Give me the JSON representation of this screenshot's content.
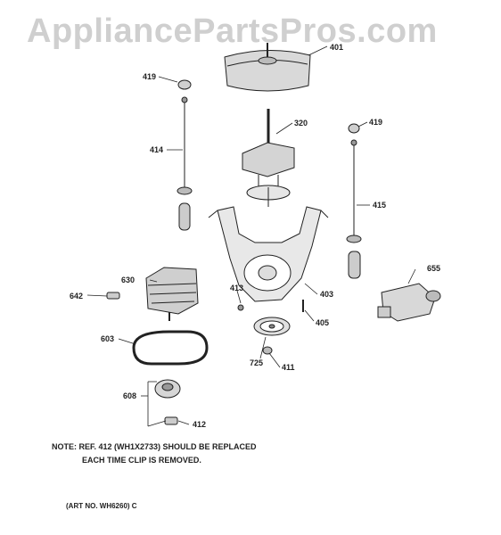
{
  "watermark": "AppliancePartsPros.com",
  "callouts": {
    "p401": "401",
    "p419a": "419",
    "p419b": "419",
    "p320": "320",
    "p414": "414",
    "p415": "415",
    "p630": "630",
    "p642": "642",
    "p413": "413",
    "p403": "403",
    "p655": "655",
    "p405": "405",
    "p603": "603",
    "p725": "725",
    "p411": "411",
    "p608": "608",
    "p412": "412"
  },
  "note": {
    "line1": "NOTE: REF. 412 (WH1X2733) SHOULD BE REPLACED",
    "line2": "EACH TIME CLIP IS REMOVED."
  },
  "art_number": "(ART NO. WH6260) C"
}
